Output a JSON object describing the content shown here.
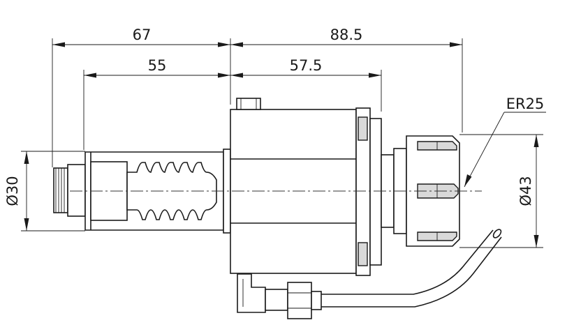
{
  "dimensions": {
    "overall_left": "67",
    "body_left": "55",
    "overall_right": "88.5",
    "body_right": "57.5",
    "shank_diameter": "Ø30",
    "nut_diameter": "Ø43",
    "collet_type": "ER25"
  }
}
